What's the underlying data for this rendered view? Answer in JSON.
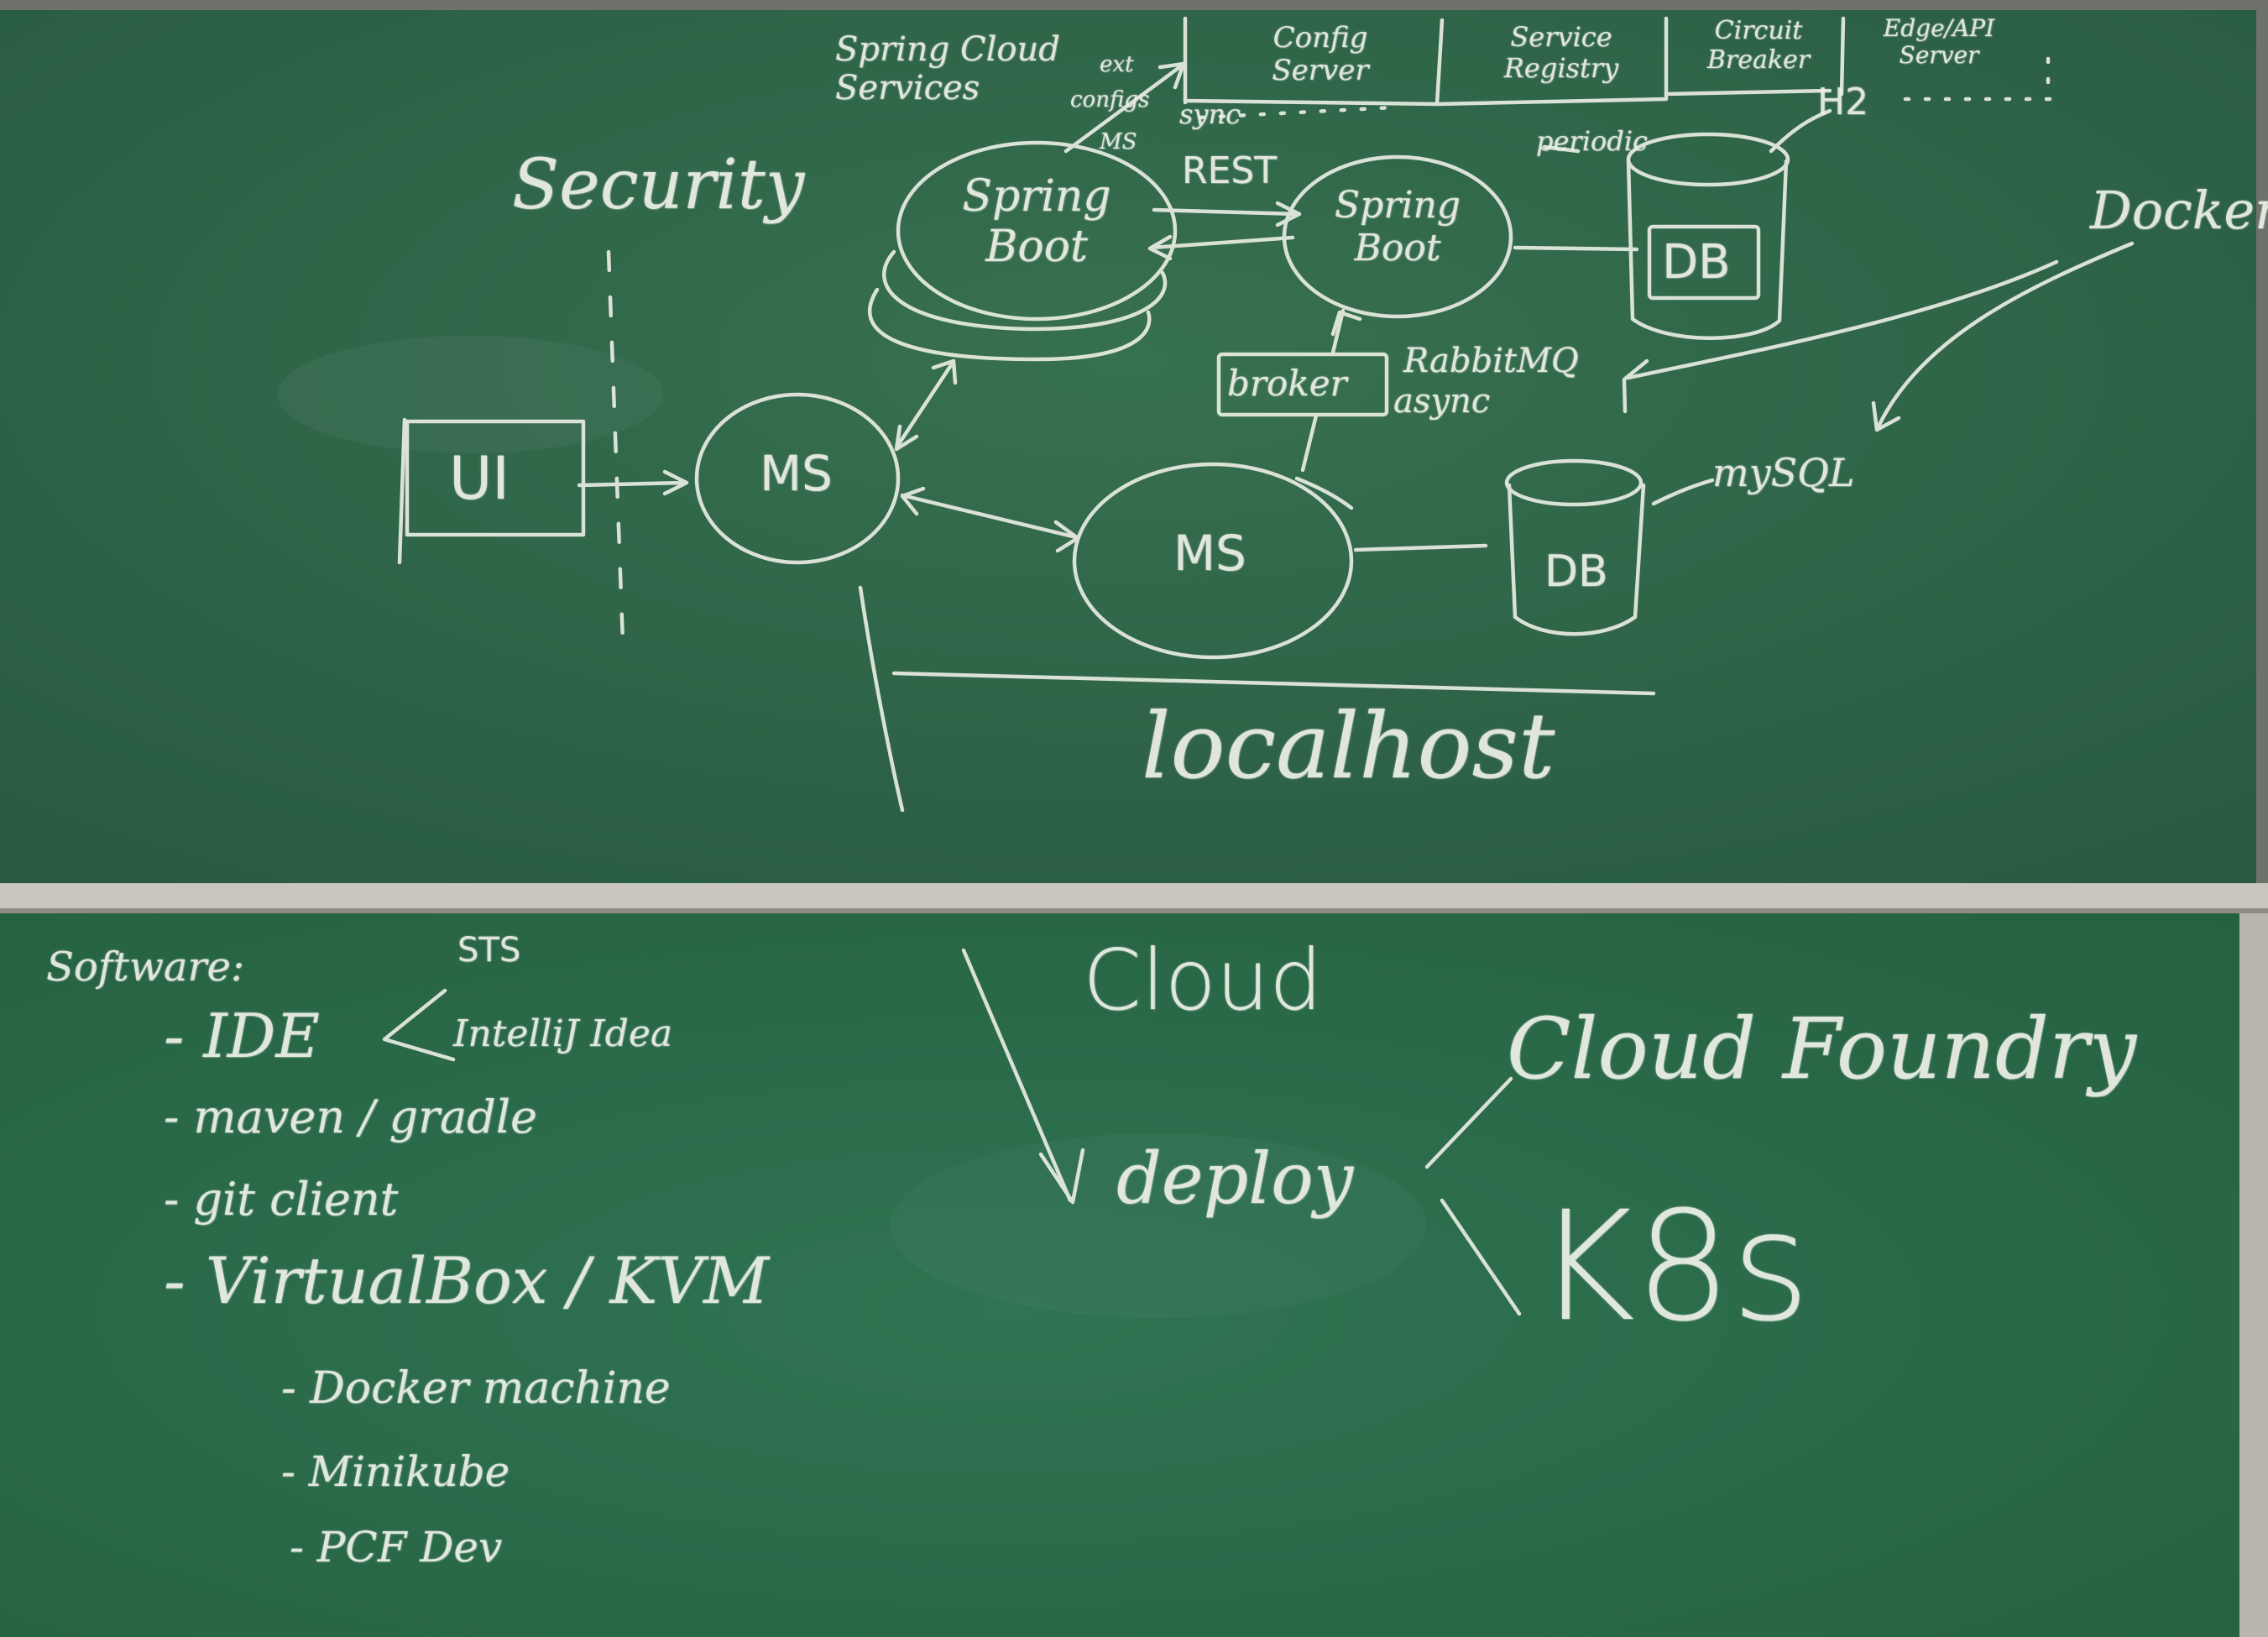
{
  "colors": {
    "board_top": "#2f6448",
    "board_bottom": "#2d6a4f",
    "frame": "#c9c7bd",
    "chalk": "#ecefe6"
  },
  "top_board": {
    "spring_cloud_services": "Spring Cloud Services",
    "ext_configs_ms": [
      "ext",
      "configs",
      "MS"
    ],
    "config_server": "Config Server",
    "service_registry": "Service Registry",
    "circuit_breaker": "Circuit Breaker",
    "edge_api_server": "Edge/API Server",
    "sync": "sync",
    "rest": "REST",
    "periodic": "periodic",
    "h2": "H2",
    "security": "Security",
    "spring_boot_1": "Spring Boot",
    "spring_boot_2": "Spring Boot",
    "db_1": "DB",
    "docker": "Docker",
    "broker": "broker",
    "rabbitmq": "RabbitMQ",
    "async": "async",
    "ui": "UI",
    "ms_1": "MS",
    "ms_2": "MS",
    "db_2": "DB",
    "mysql": "mySQL",
    "localhost": "localhost"
  },
  "bottom_board": {
    "software_heading": "Software:",
    "sts": "STS",
    "items": [
      "- IDE",
      "- maven / gradle",
      "- git client",
      "- VirtualBox / KVM"
    ],
    "intellij": "IntelliJ Idea",
    "sub_items": [
      "- Docker machine",
      "- Minikube",
      "- PCF Dev"
    ],
    "cloud": "Cloud",
    "deploy": "deploy",
    "cloud_foundry": "Cloud Foundry",
    "k8s": "K8s"
  }
}
